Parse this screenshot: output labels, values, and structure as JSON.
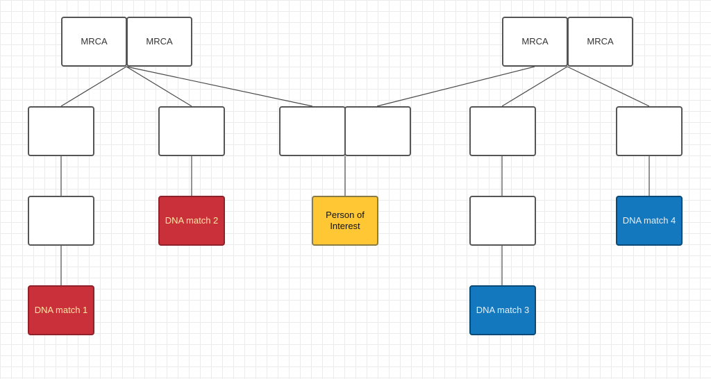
{
  "mrca": {
    "left_1": "MRCA",
    "left_2": "MRCA",
    "right_1": "MRCA",
    "right_2": "MRCA"
  },
  "matches": {
    "dna_match_1": "DNA match 1",
    "dna_match_2": "DNA match 2",
    "dna_match_3": "DNA match 3",
    "dna_match_4": "DNA match 4"
  },
  "person_of_interest": {
    "line1": "Person of",
    "line2": "Interest"
  },
  "colors": {
    "dna_match_red": "#c9303a",
    "dna_match_blue": "#1378bd",
    "person_of_interest": "#fec733",
    "connector": "#4a4a4a",
    "grid": "#ebebeb"
  }
}
